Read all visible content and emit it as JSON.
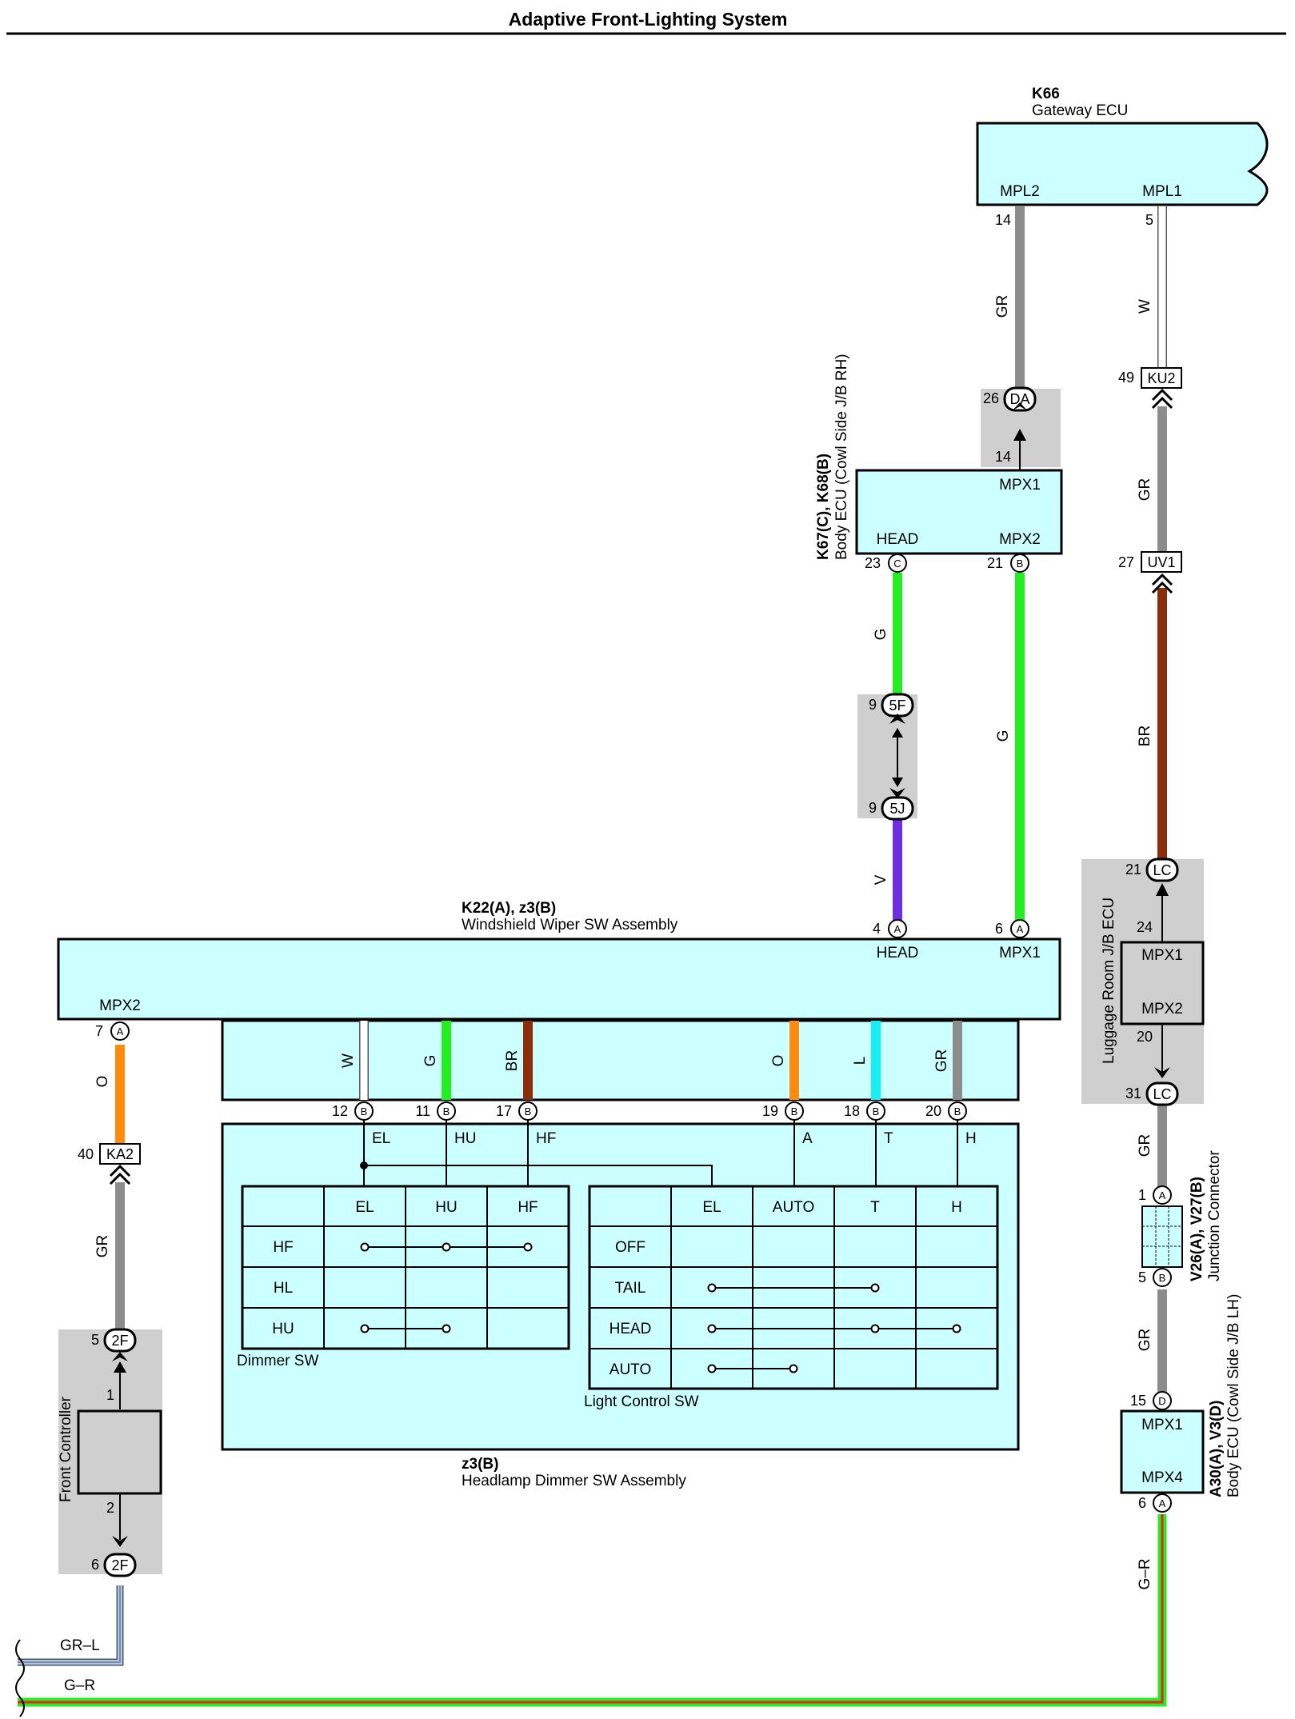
{
  "title": "Adaptive Front-Lighting System",
  "gateway_ecu": {
    "code": "K66",
    "name": "Gateway ECU",
    "term_mpl2": "MPL2",
    "term_mpl1": "MPL1",
    "pin_mpl2": "14",
    "pin_mpl1": "5"
  },
  "body_ecu_rh": {
    "code": "K67(C), K68(B)",
    "name": "Body ECU (Cowl Side J/B RH)",
    "term_mpx1": "MPX1",
    "term_head": "HEAD",
    "term_mpx2": "MPX2",
    "pin_mpx1": "14",
    "pin_head": "23",
    "conn_head": "C",
    "pin_mpx2": "21",
    "conn_mpx2": "B"
  },
  "junction_da": {
    "pin": "26",
    "label": "DA"
  },
  "junction_5f": {
    "pin": "9",
    "label": "5F"
  },
  "junction_5j": {
    "pin": "9",
    "label": "5J"
  },
  "connector_ku2": {
    "pin": "49",
    "label": "KU2"
  },
  "connector_uv1": {
    "pin": "27",
    "label": "UV1"
  },
  "connector_ka2": {
    "pin": "40",
    "label": "KA2"
  },
  "luggage_jb": {
    "name": "Luggage Room J/B ECU",
    "term_mpx1": "MPX1",
    "term_mpx2": "MPX2",
    "pin_mpx1": "24",
    "pin_mpx2": "20",
    "top_pin": "21",
    "top_label": "LC",
    "bot_pin": "31",
    "bot_label": "LC"
  },
  "junction_connector": {
    "code": "V26(A), V27(B)",
    "name": "Junction Connector",
    "pin_a": "1",
    "conn_a": "A",
    "pin_b": "5",
    "conn_b": "B"
  },
  "body_ecu_lh": {
    "code": "A30(A), V3(D)",
    "name": "Body ECU (Cowl Side J/B LH)",
    "term_mpx1": "MPX1",
    "term_mpx4": "MPX4",
    "pin_mpx1": "15",
    "conn_mpx1": "D",
    "pin_mpx4": "6",
    "conn_mpx4": "A"
  },
  "wiper_sw": {
    "code": "K22(A), z3(B)",
    "name": "Windshield Wiper SW Assembly",
    "term_head": "HEAD",
    "term_mpx1": "MPX1",
    "term_mpx2": "MPX2",
    "pin_head": "4",
    "pin_mpx1": "6",
    "pin_mpx2": "7",
    "conn": "A"
  },
  "front_controller": {
    "name": "Front Controller",
    "pin_top": "1",
    "pin_bottom": "2",
    "j_top_pin": "5",
    "j_top_label": "2F",
    "j_bot_pin": "6",
    "j_bot_label": "2F"
  },
  "wires": {
    "gr": "GR",
    "w": "W",
    "g": "G",
    "v": "V",
    "br": "BR",
    "o": "O",
    "l": "L",
    "gr_l": "GR–L",
    "g_r": "G–R"
  },
  "dimmer_assy": {
    "code": "z3(B)",
    "name": "Headlamp Dimmer SW Assembly",
    "conn": "B",
    "pins": [
      {
        "num": "12",
        "wire": "W",
        "term": "EL"
      },
      {
        "num": "11",
        "wire": "G",
        "term": "HU"
      },
      {
        "num": "17",
        "wire": "BR",
        "term": "HF"
      },
      {
        "num": "19",
        "wire": "O",
        "term": "A"
      },
      {
        "num": "18",
        "wire": "L",
        "term": "T"
      },
      {
        "num": "20",
        "wire": "GR",
        "term": "H"
      }
    ],
    "dimmer_sw": {
      "label": "Dimmer SW",
      "columns": [
        "EL",
        "HU",
        "HF"
      ],
      "rows": [
        "HF",
        "HL",
        "HU"
      ]
    },
    "light_sw": {
      "label": "Light Control SW",
      "columns": [
        "EL",
        "AUTO",
        "T",
        "H"
      ],
      "rows": [
        "OFF",
        "TAIL",
        "HEAD",
        "AUTO"
      ]
    }
  },
  "colors": {
    "gr": "#8c8c8c",
    "w": "#ffffff",
    "g": "#22ee22",
    "v": "#6f2de0",
    "br": "#8b2c0a",
    "o": "#ff8a10",
    "l": "#18eef2",
    "red": "#ee2020",
    "box": "#ccffff",
    "shade": "#cfcfcf"
  }
}
